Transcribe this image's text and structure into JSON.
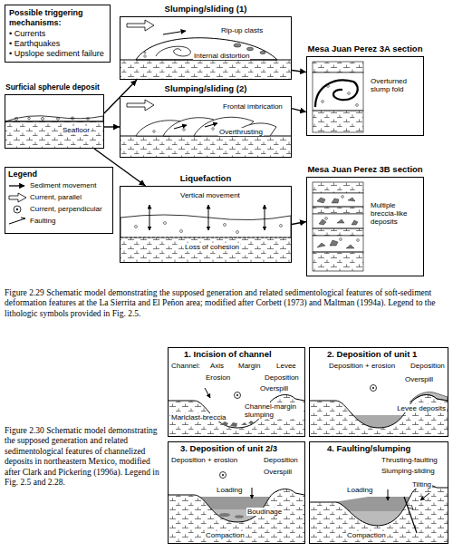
{
  "diagram": {
    "caption": "Figure 2.29 Schematic model demonstrating the supposed generation and related sedimentological features of soft-sediment deformation features at the La Sierrita and El Peñon area; modified after Corbett (1973) and Maltman (1994a). Legend to the lithologic symbols provided in Fig. 2.5.",
    "nodes": [
      {
        "text": [
          "Possible triggering mechanisms:",
          "• Currents",
          "• Earthquakes",
          "• Upslope sediment failure"
        ]
      },
      {
        "text": [
          "Slumping/sliding (1)",
          "Rip-up clasts",
          "Internal distortion"
        ]
      },
      {
        "text": [
          "Mesa Juan Perez 3A section",
          "Overturned slump fold"
        ]
      },
      {
        "text": [
          "Surficial spherule deposit",
          "Seafloor"
        ]
      },
      {
        "text": [
          "Slumping/sliding (2)",
          "Frontal imbrication",
          "Overthrusting"
        ]
      },
      {
        "text": [
          "Mesa Juan Perez 3B section",
          "Multiple breccia-like deposits"
        ]
      },
      {
        "text": [
          "Liquefaction",
          "Vertical movement",
          "Loss of cohesion"
        ]
      },
      {
        "text": [
          "1. Incision of channel",
          "Channel:",
          "Axis",
          "Margin",
          "Levee",
          "Erosion",
          "Deposition",
          "Overspill",
          "Channel-margin slumping",
          "Marlclast-breccia"
        ]
      },
      {
        "text": [
          "2. Deposition of unit 1",
          "Deposition + erosion",
          "Deposition",
          "Overspill",
          "Levee deposits"
        ]
      },
      {
        "text": [
          "3. Deposition of unit 2/3",
          "Deposition + erosion",
          "Deposition",
          "Overspill",
          "Loading",
          "Boudinage",
          "Compaction"
        ]
      },
      {
        "text": [
          "4. Faulting/slumping",
          "Thrusting-faulting",
          "Slumping-sliding",
          "Tilting",
          "Loading",
          "Compaction"
        ]
      }
    ],
    "edges": [
      {
        "from": 3,
        "to": 1,
        "arrow": "to"
      },
      {
        "from": 3,
        "to": 4,
        "arrow": "to"
      },
      {
        "from": 3,
        "to": 6,
        "arrow": "to"
      },
      {
        "from": 1,
        "to": 2,
        "arrow": "to"
      },
      {
        "from": 4,
        "to": 2,
        "arrow": "to"
      },
      {
        "from": 6,
        "to": 5,
        "arrow": "to"
      }
    ],
    "labels": [
      "Legend",
      "Figure 2.30 Schematic model demonstrating the supposed generation and related sedimentological features of channelized deposits in northeastern Mexico, modified after Clark and Pickering (1996a). Legend in Fig. 2.5 and 2.28."
    ],
    "legend": [
      {
        "text": "Sediment movement"
      },
      {
        "text": "Current, parallel"
      },
      {
        "text": "Current, perpendicular"
      },
      {
        "text": "Faulting"
      }
    ]
  }
}
